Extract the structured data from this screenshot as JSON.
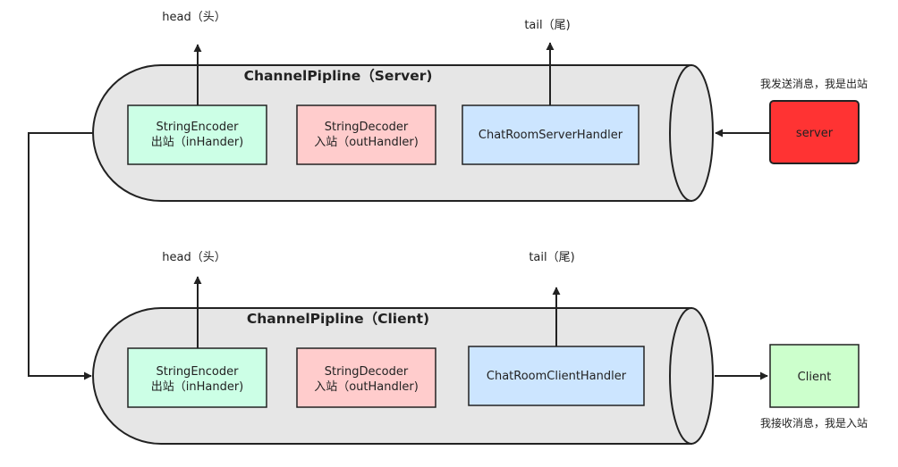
{
  "server_pipeline": {
    "title": "ChannelPipline（Server)",
    "head_label": "head（头）",
    "tail_label": "tail（尾)",
    "encoder": {
      "line1": "StringEncoder",
      "line2": "出站（inHander)"
    },
    "decoder": {
      "line1": "StringDecoder",
      "line2": "入站（outHandler)"
    },
    "handler": "ChatRoomServerHandler"
  },
  "client_pipeline": {
    "title": "ChannelPipline（Client)",
    "head_label": "head（头）",
    "tail_label": "tail（尾)",
    "encoder": {
      "line1": "StringEncoder",
      "line2": "出站（inHander)"
    },
    "decoder": {
      "line1": "StringDecoder",
      "line2": "入站（outHandler)"
    },
    "handler": "ChatRoomClientHandler"
  },
  "server_node": {
    "label": "server",
    "note": "我发送消息，我是出站",
    "color": "#ff3333"
  },
  "client_node": {
    "label": "Client",
    "note": "我接收消息，我是入站",
    "color": "#ccffcc"
  },
  "colors": {
    "pipe": "#e6e6e6",
    "encoder": "#ccffe6",
    "decoder": "#ffcccc",
    "handler": "#cce5ff"
  }
}
